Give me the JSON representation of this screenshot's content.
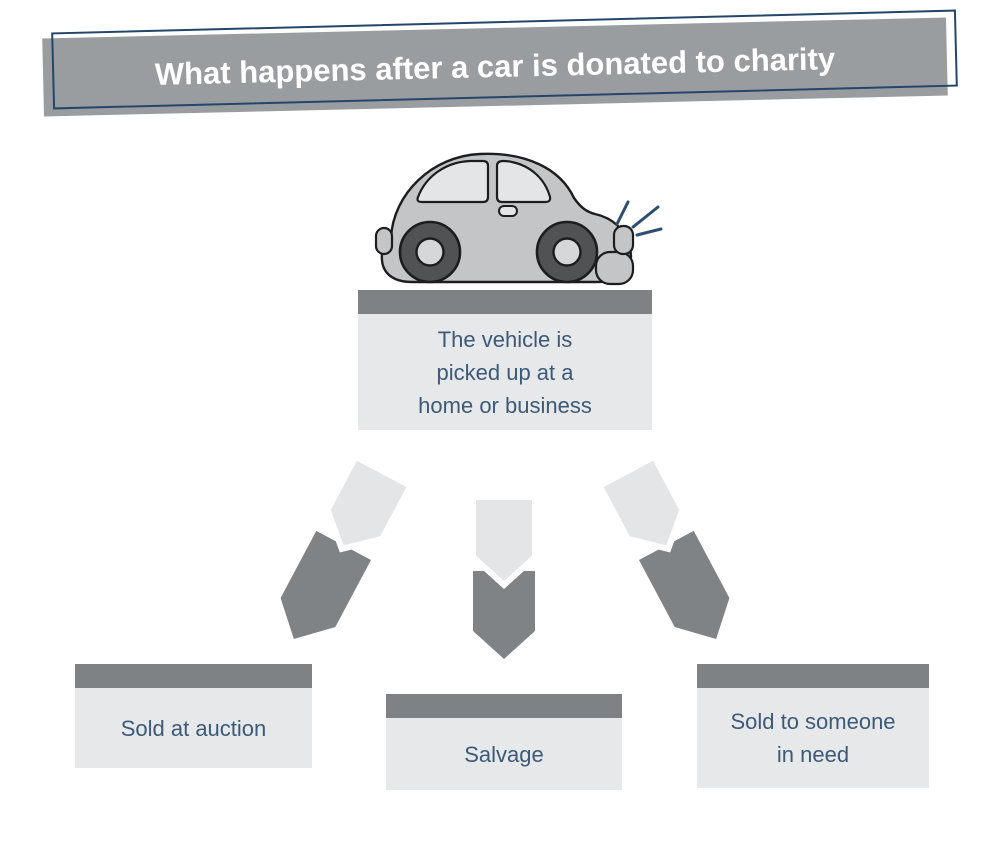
{
  "banner": {
    "title": "What happens after a car is donated to charity"
  },
  "diagram": {
    "source_box": {
      "label": "The vehicle is\npicked up at a\nhome or business"
    },
    "outcome_boxes": [
      {
        "label": "Sold at auction"
      },
      {
        "label": "Salvage"
      },
      {
        "label": "Sold to someone\nin need"
      }
    ],
    "icons": {
      "car": "donated-car-illustration",
      "arrows": [
        "arrow-down-left",
        "arrow-down",
        "arrow-down-right"
      ]
    }
  },
  "colors": {
    "banner_gray": "#9a9da0",
    "banner_outline_navy": "#24466b",
    "header_bar_gray": "#7f8285",
    "panel_gray": "#e7e8ea",
    "label_navy": "#3c5a78",
    "arrow_light": "#e4e5e7",
    "arrow_dark": "#7f8386",
    "car_body_gray": "#c3c5c7",
    "beep_line_blue": "#2d4d73"
  }
}
